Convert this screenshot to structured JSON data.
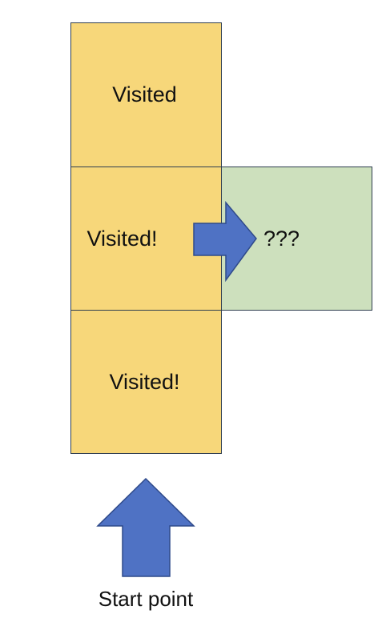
{
  "grid": {
    "top_cell_label": "Visited",
    "middle_cell_label": "Visited!",
    "bottom_cell_label": "Visited!",
    "unknown_cell_label": "???"
  },
  "caption": {
    "start_label": "Start point"
  },
  "colors": {
    "visited_fill": "#f7d77a",
    "unknown_fill": "#cde0bd",
    "arrow_fill": "#4f72c4",
    "border": "#2f3e4f"
  },
  "icons": {
    "right_arrow": "right-arrow-icon",
    "up_arrow": "up-arrow-icon"
  }
}
